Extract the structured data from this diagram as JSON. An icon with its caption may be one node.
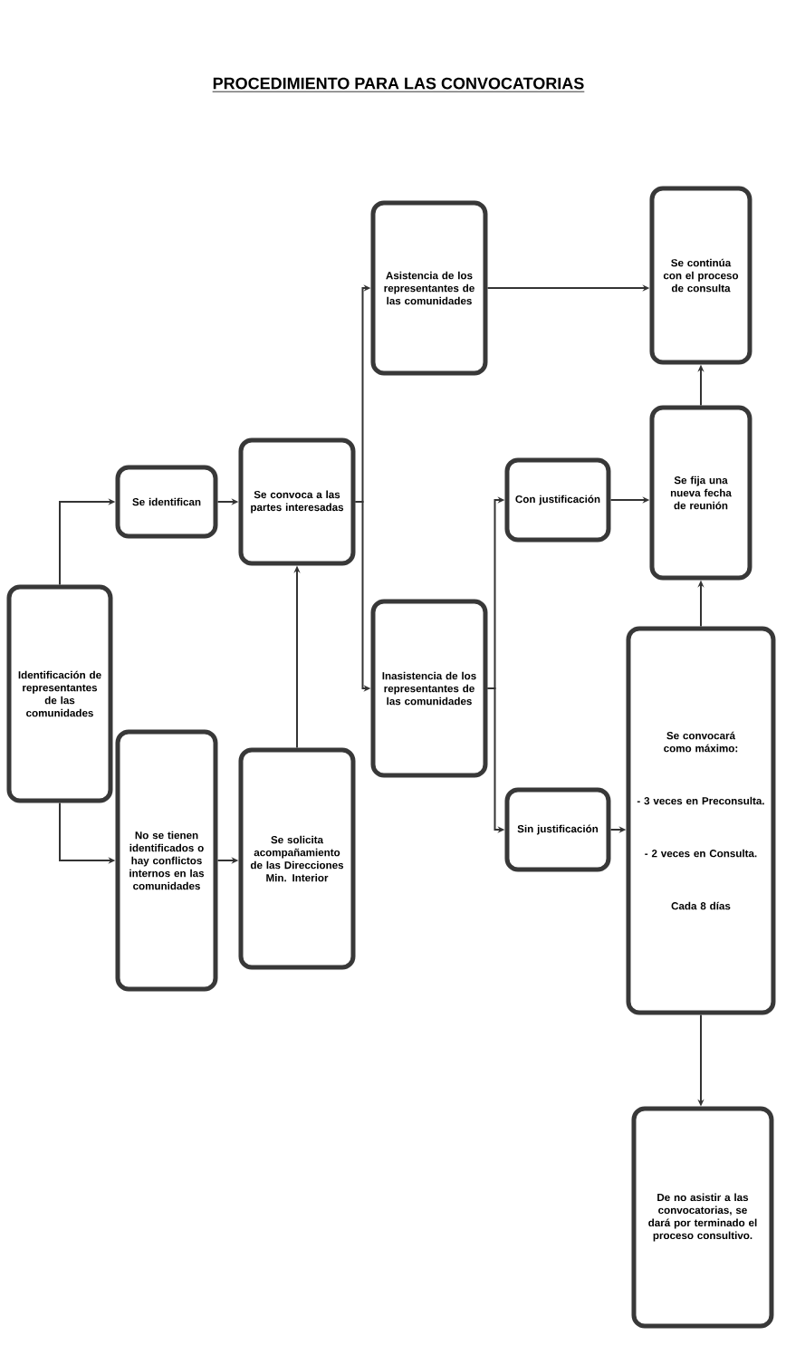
{
  "diagram": {
    "title": "PROCEDIMIENTO PARA LAS CONVOCATORIAS",
    "nodes": [
      {
        "text": [
          "Identificación de representantes de las comunidades"
        ]
      },
      {
        "text": [
          "Se identifican"
        ]
      },
      {
        "text": [
          "No se tienen identificados o hay conflictos internos en las comunidades"
        ]
      },
      {
        "text": [
          "Se convoca a las partes interesadas"
        ]
      },
      {
        "text": [
          "Se solicita acompañamiento de las Direcciones Min. Interior"
        ]
      },
      {
        "text": [
          "Asistencia de los representantes de las comunidades"
        ]
      },
      {
        "text": [
          "Inasistencia de los representantes de las comunidades"
        ]
      },
      {
        "text": [
          "Con justificación"
        ]
      },
      {
        "text": [
          "Sin justificación"
        ]
      },
      {
        "text": [
          "Se continúa con el proceso de consulta"
        ]
      },
      {
        "text": [
          "Se fija una nueva fecha de reunión"
        ]
      },
      {
        "text": [
          "Se convocará como máximo:",
          "- 3 veces en Preconsulta.",
          "- 2 veces en Consulta.",
          "Cada 8 días"
        ]
      },
      {
        "text": [
          "De no asistir a las convocatorias, se dará por terminado el proceso consultivo."
        ]
      }
    ],
    "edges": [
      {
        "from": 0,
        "to": 1,
        "arrow": "to"
      },
      {
        "from": 0,
        "to": 2,
        "arrow": "to"
      },
      {
        "from": 1,
        "to": 3,
        "arrow": "to"
      },
      {
        "from": 2,
        "to": 4,
        "arrow": "to"
      },
      {
        "from": 4,
        "to": 3,
        "arrow": "to"
      },
      {
        "from": 3,
        "to": 5,
        "arrow": "to"
      },
      {
        "from": 3,
        "to": 6,
        "arrow": "to"
      },
      {
        "from": 5,
        "to": 9,
        "arrow": "to"
      },
      {
        "from": 6,
        "to": 7,
        "arrow": "to"
      },
      {
        "from": 6,
        "to": 8,
        "arrow": "to"
      },
      {
        "from": 7,
        "to": 10,
        "arrow": "to"
      },
      {
        "from": 8,
        "to": 11,
        "arrow": "to"
      },
      {
        "from": 10,
        "to": 9,
        "arrow": "to"
      },
      {
        "from": 11,
        "to": 10,
        "arrow": "to"
      },
      {
        "from": 11,
        "to": 12,
        "arrow": "to"
      }
    ]
  }
}
